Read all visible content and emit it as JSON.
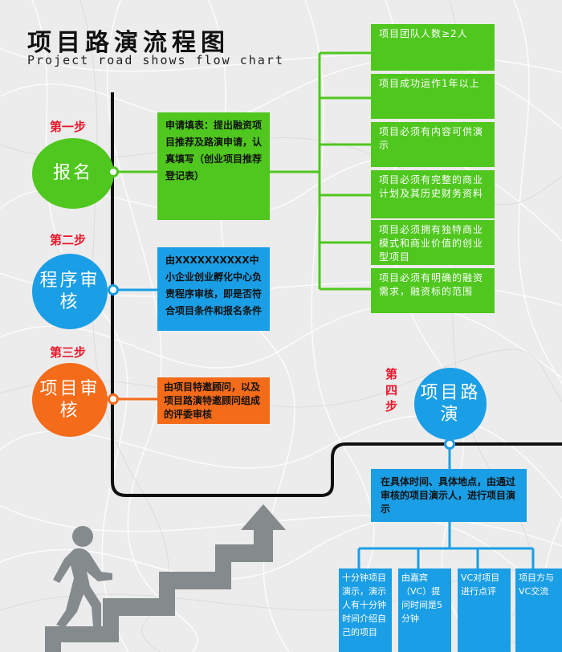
{
  "title": "项目路演流程图",
  "subtitle": "Project road shows flow chart",
  "steps": [
    {
      "label": "第一步",
      "circle": "报名",
      "box": "申请填表：提出融资项目推荐及路演申请，认真填写（创业项目推荐登记表）"
    },
    {
      "label": "第二步",
      "circle": "程序审核",
      "box": "由XXXXXXXXXX中小企业创业孵化中心负责程序审核，即是否符合项目条件和报名条件"
    },
    {
      "label": "第三步",
      "circle": "项目审核",
      "box": "由项目特邀顾问，以及项目路演特邀顾问组成的评委审核"
    },
    {
      "label": "第四步",
      "circle": "项目路演",
      "box": "在具体时间、具体地点，由通过审核的项目演示人，进行项目演示"
    }
  ],
  "requirements": [
    "项目团队人数≥2人",
    "项目成功运作1年以上",
    "项目必须有内容可供演示",
    "项目必须有完整的商业计划及其历史财务资料",
    "项目必须拥有独特商业模式和商业价值的创业型项目",
    "项目必须有明确的融资需求，融资标的范围"
  ],
  "bottom": [
    "十分钟项目演示，演示人有十分钟时间介绍自己的项目",
    "由嘉宾（VC）提问时间是5分钟",
    "VC对项目进行点评",
    "项目方与VC交流"
  ],
  "colors": {
    "green": "#4fc71e",
    "blue": "#1a9ee5",
    "orange": "#f46b1a",
    "red": "#e8192c",
    "line": "#111111",
    "figure": "#858a8c"
  }
}
